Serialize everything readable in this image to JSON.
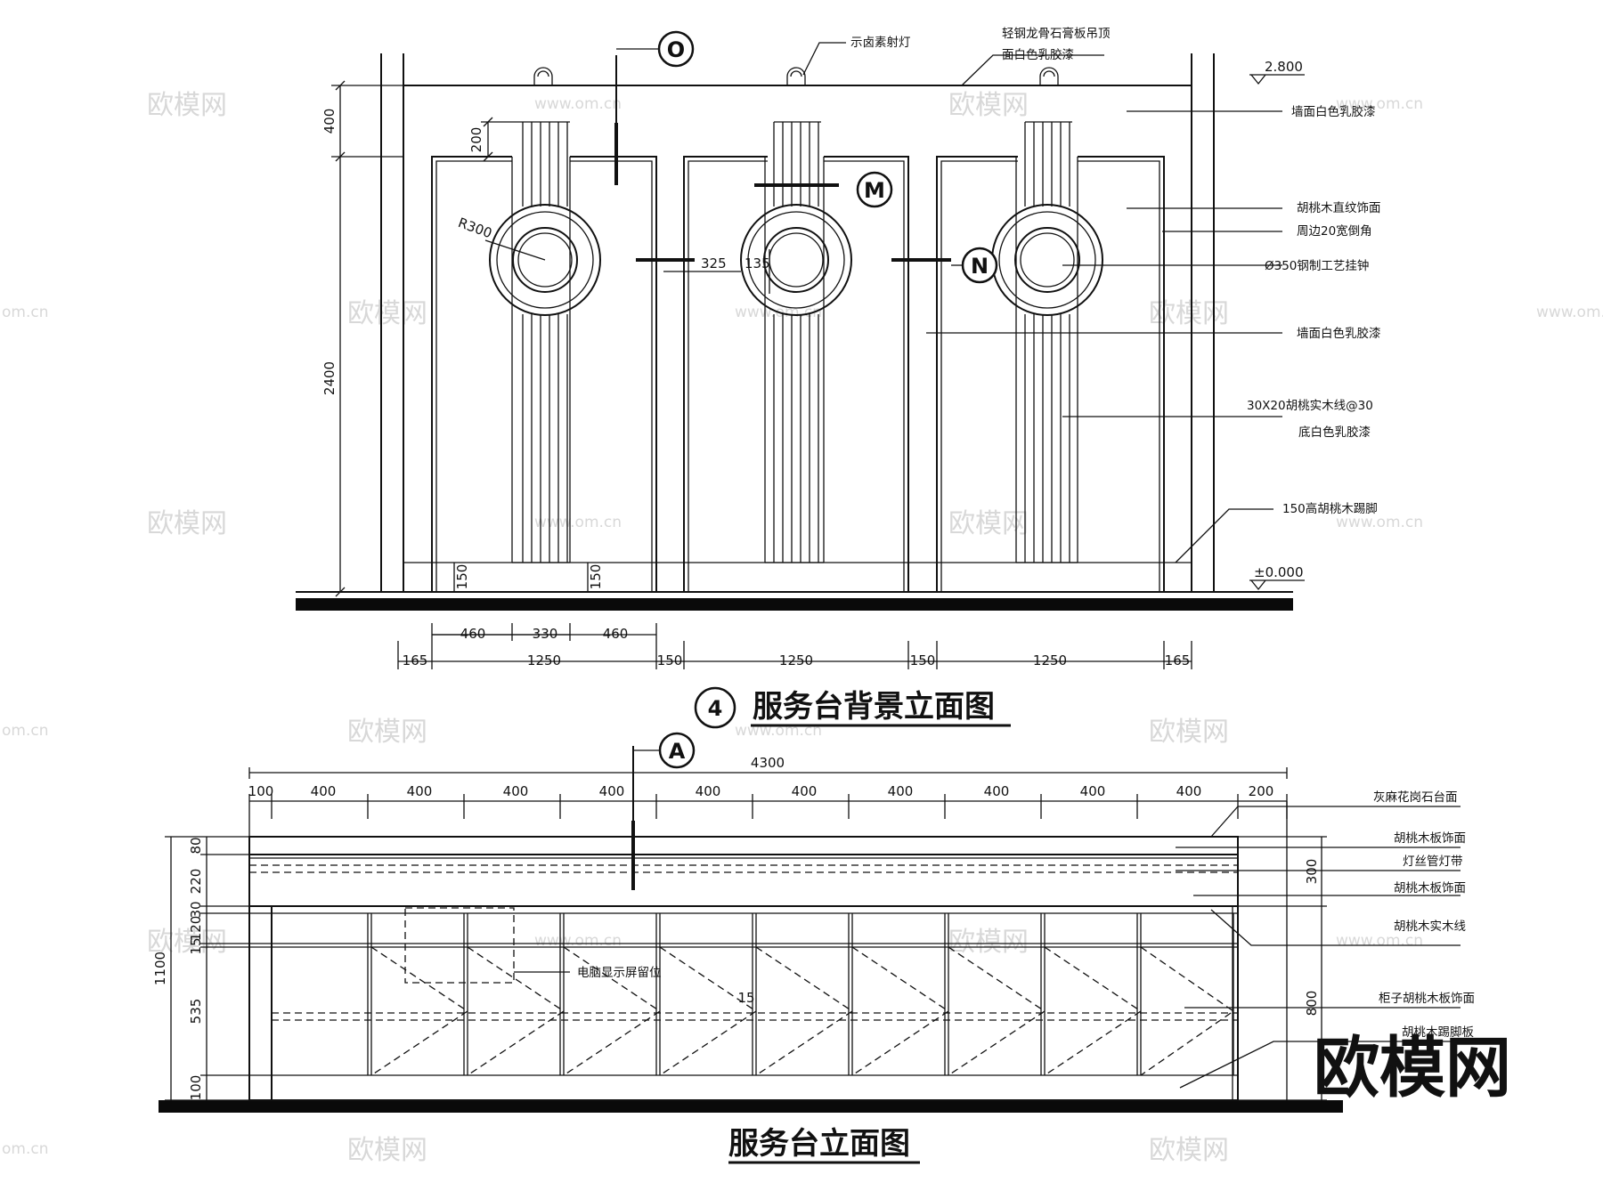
{
  "watermark": {
    "brand": "欧模网",
    "url": "www.om.cn",
    "url_short": "om.cn"
  },
  "upper": {
    "title_number": "4",
    "title": "服务台背景立面图",
    "elevation_top": "2.800",
    "elevation_base": "±0.000",
    "section_tags": [
      "O",
      "M",
      "N"
    ],
    "radius_label": "R300",
    "left_dims": [
      "400",
      "200",
      "2400",
      "150",
      "150"
    ],
    "inner_dims": [
      "325",
      "135"
    ],
    "bottom_dims_row1": [
      "460",
      "330",
      "460"
    ],
    "bottom_dims_row2": [
      "165",
      "1250",
      "150",
      "1250",
      "150",
      "1250",
      "165"
    ],
    "top_notes": {
      "spotlight": "示卤素射灯",
      "ceiling_1": "轻钢龙骨石膏板吊顶",
      "ceiling_2": "面白色乳胶漆"
    },
    "right_notes": [
      "墙面白色乳胶漆",
      "胡桃木直纹饰面",
      "周边20宽倒角",
      "Ø350钢制工艺挂钟",
      "墙面白色乳胶漆",
      "30X20胡桃实木线@30",
      "底白色乳胶漆",
      "150高胡桃木踢脚"
    ]
  },
  "lower": {
    "title": "服务台立面图",
    "section_tag": "A",
    "total_width": "4300",
    "top_dims": [
      "100",
      "400",
      "400",
      "400",
      "400",
      "400",
      "400",
      "400",
      "400",
      "400",
      "400",
      "200"
    ],
    "left_dims": [
      "80",
      "220",
      "30",
      "120",
      "15",
      "535",
      "100",
      "1100"
    ],
    "right_dims": [
      "300",
      "800"
    ],
    "center_dim": "15",
    "screen_note": "电脑显示屏留位",
    "right_notes": [
      "灰麻花岗石台面",
      "胡桃木板饰面",
      "灯丝管灯带",
      "胡桃木板饰面",
      "胡桃木实木线",
      "柜子胡桃木板饰面",
      "胡桃木踢脚板"
    ]
  }
}
